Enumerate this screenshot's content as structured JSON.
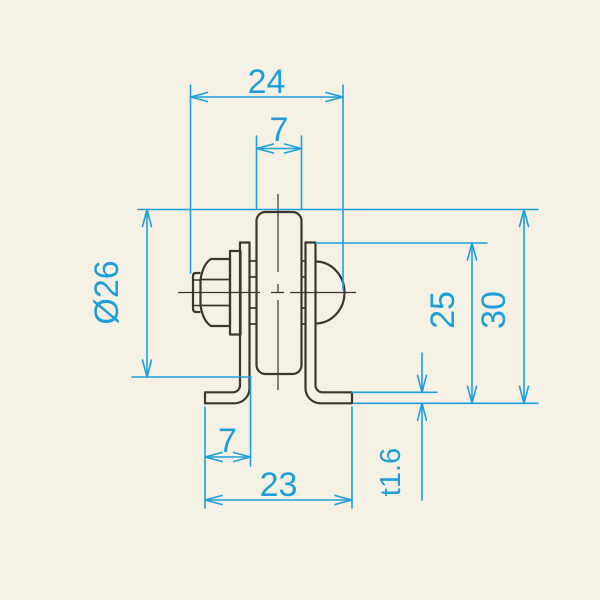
{
  "drawing": {
    "colors": {
      "background": "#F5F1E4",
      "outline": "#3B362F",
      "dimension": "#1F9FDA"
    },
    "dims": {
      "top_width": "24",
      "roller_width": "7",
      "roller_diameter": "Ø26",
      "bracket_height": "25",
      "overall_height": "30",
      "foot_inset": "7",
      "base_width": "23",
      "plate_thickness": "t1.6"
    }
  }
}
